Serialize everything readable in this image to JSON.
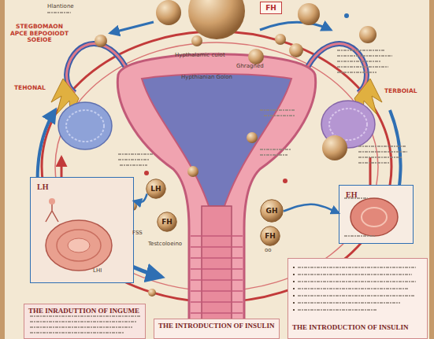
{
  "diagram": {
    "nodes": [
      {
        "text": [
          "FH"
        ]
      },
      {
        "text": [
          "LH"
        ]
      },
      {
        "text": [
          "FH"
        ]
      },
      {
        "text": [
          "GH"
        ]
      },
      {
        "text": [
          "FH"
        ]
      },
      {
        "text": [
          "LH"
        ]
      },
      {
        "text": [
          "EH"
        ]
      },
      {
        "text": [
          "THE INRADUTTION OF INGUME"
        ]
      },
      {
        "text": [
          "THE INTRODUCTION OF INSULIN"
        ]
      },
      {
        "text": [
          "THE INTRODUCTION OF INSULIN"
        ]
      }
    ],
    "edges": [
      {
        "from": 1,
        "to": 5,
        "arrow": "to"
      },
      {
        "from": 3,
        "to": 6,
        "arrow": "to"
      }
    ],
    "labels": [
      "STEGBOMAON APCE BEPOOIODT SOEIOE",
      "Hlantione",
      "Hypthalamic cuiot",
      "Ghragned",
      "Hypthianian Golon",
      "TEHONAL",
      "TERBOIAL",
      "FSS",
      "Testcoloeino",
      "LHI",
      "oo"
    ]
  }
}
